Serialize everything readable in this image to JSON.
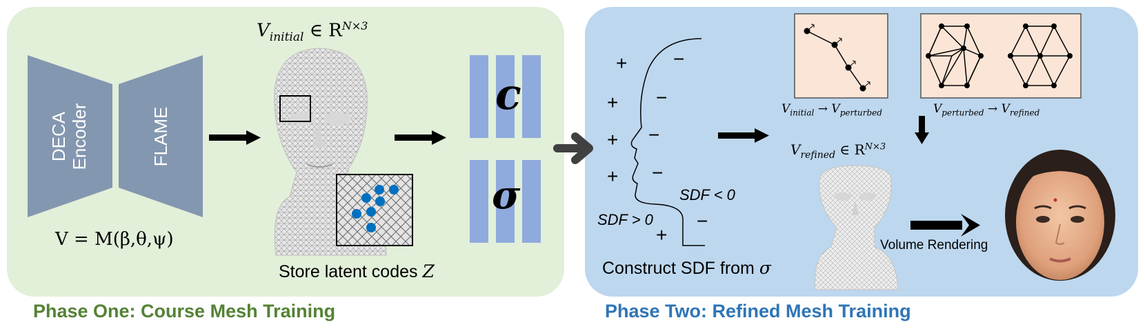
{
  "phase_one": {
    "title": "Phase One: Course Mesh Training",
    "encoder_label_line1": "DECA",
    "encoder_label_line2": "Encoder",
    "decoder_label": "FLAME",
    "flame_equation": "V = M(β,θ,ψ)",
    "v_initial_label": "V",
    "v_initial_sub": "initial",
    "v_initial_set": " ∈ R",
    "v_initial_sup": "N×3",
    "latent_caption": "Store latent codes ",
    "latent_symbol": "Z",
    "code_c": "c",
    "code_sigma": "σ"
  },
  "phase_two": {
    "title": "Phase Two: Refined Mesh Training",
    "signs_plus": "+",
    "signs_minus": "−",
    "sdf_neg": "SDF < 0",
    "sdf_pos": "SDF > 0",
    "sdf_caption": "Construct SDF from ",
    "sdf_caption_symbol": "σ",
    "perturb_from": "V",
    "perturb_from_sub": "initial",
    "perturb_to": "V",
    "perturb_to_sub": "perturbed",
    "refine_from": "V",
    "refine_from_sub": "perturbed",
    "refine_to": "V",
    "refine_to_sub": "refined",
    "arrow": "→",
    "v_refined_label": "V",
    "v_refined_sub": "refined",
    "v_refined_set": " ∈ R",
    "v_refined_sup": "N×3",
    "render_label": "Volume Rendering"
  },
  "colors": {
    "panel_one": "#e2efd9",
    "panel_two": "#bdd7ee",
    "title_one": "#548235",
    "title_two": "#2e75b6",
    "encoder": "#8497b0",
    "latent_bar": "#8faadc",
    "point": "#0070c0",
    "inset_bg": "#fbe5d6"
  }
}
